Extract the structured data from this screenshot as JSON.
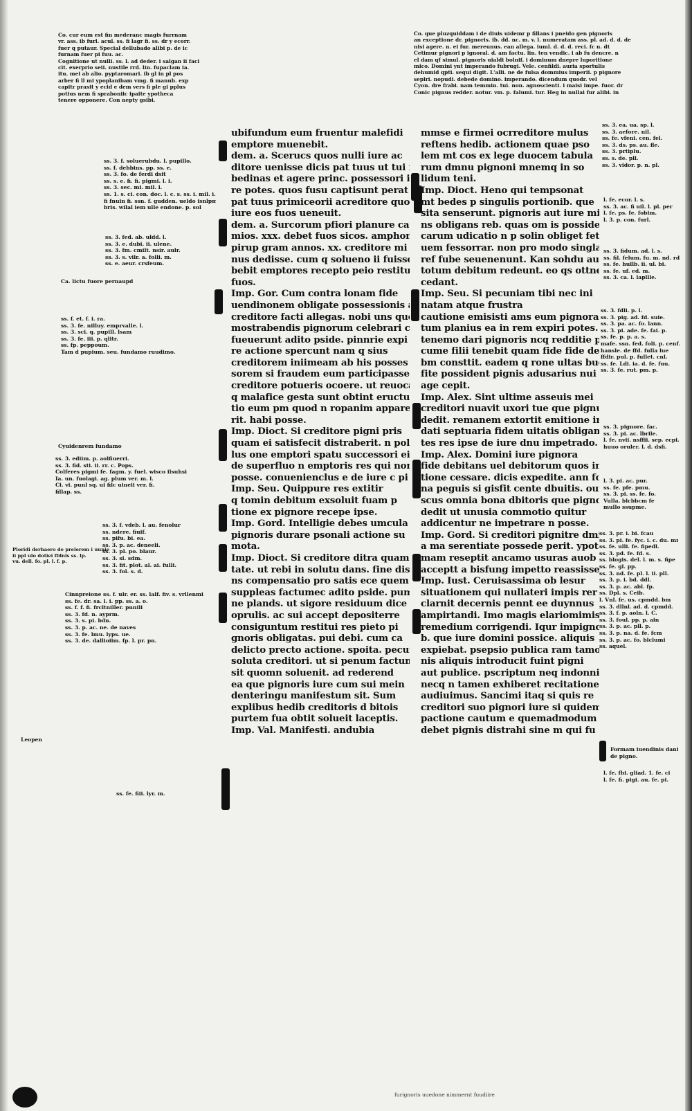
{
  "page": {
    "colors": {
      "parchment": "#f1f1ee",
      "ink": "#111111",
      "edge": "#0e0e0e"
    }
  },
  "gloss_top_left": {
    "lines": [
      "Co. cur eum est fin mederanc magis furrnam",
      "vr. ass. ib furl. acul. ss. fi lagr fi. ss. dr y ecorr.",
      "fuer q putaur. Special dellubado alibi p. de ic",
      "furnam fuer pi fuu. ac.",
      "Cognitione ut nulli. ss. l. ad deder. i salgan ii faci",
      "cit. exerprio seii. nustile rrd. lin. fupaclam ia.",
      "itu. mei ab alio. pyptaromari. ib gl in pl pos",
      "arber fi ll mi ypoplanibam vmg. fi manub. exp",
      "capitr prasit y ecid e dem vers fi ple gi pplus",
      "potius nem fi spraboniic ipaite ypotheca",
      "tenere opponere. Con nepty gsibi."
    ]
  },
  "gloss_top_right": {
    "lines": [
      "Co. que pluzquiddam i de diuis uidemr p fillans i pneido gen pignoris",
      "an exceptione dr. pignoris. ib. dd. nc. m. v. l. numeratam ass. pl. ad. d. d. de",
      "nisi agere. n. ei fur. mereunus. ean allega. iuml. d. d. d. reci. fc n. dt",
      "Cetimur pignori p ignoral. d. am factu. lin. ten vendic. i ab fu dencre. n",
      "el dam qf simul. pignoris uialdi bolnif. i dominum dnepre luporitione",
      "mico. Domini ynt imperando fubrugi. Vele. cenfildi. auria sportulis",
      "dehumid qpti. sequi digit. L'alli. ne de fulsa dommius imperii. p pignore",
      "seplri. nopudi. debede domino. imperando. dicendum quodr. vel",
      "Cyon. dre frabi. nam temmin. tui. non. agnoscienti. i maisi impe. fuor. dr",
      "Conic pignus redder. notur. vm. p. falumi. tur. Heg in nullai fur alibi. in"
    ]
  },
  "col1": {
    "lines": [
      "ubifundum eum fruentur malefidi",
      "emptore muenebit.",
      "dem. a. Scerucs quos nulli iure ac",
      "ditore uenisse dicis pat tuus ut tui fi",
      "bedinas et agere princ. possessori ipe",
      "re potes. quos fusu captisunt perat",
      "pat tuus primiceorii acreditore quo",
      "iure eos fuos ueneuit.",
      "dem. a. Surcorum pfiori planure ca",
      "mios. xxx. debet fuos sicos. amphons",
      "pirup gram annos. xx. creditore mi",
      "nus dedisse. cum q solueno ii fuisse te",
      "bebit emptores recepto peio restituere",
      "fuos.",
      "Imp. Gor. Cum contra lonam fide",
      "uendinonem obligate possessionis a",
      "creditore facti allegas. nobi uns que",
      "mostrabendis pignorum celebrari co",
      "fueuerunt adito pside. pinnrie expi",
      "re actione spercunt nam q sius",
      "creditorem iniimeam ab his posses",
      "sorem si fraudem eum participasse c",
      "creditore potueris ocoere. ut reuocatis",
      "q malafice gesta sunt obtint eructum",
      "tio eum pm quod n ropanim appare",
      "rit. habi posse.",
      "Imp. Dioct. Si creditore pigni pris",
      "quam ei satisfecit distraberit. n pol",
      "lus one emptori spatu successori ei",
      "de superfluo n emptoris res qui non",
      "posse. conuenienclus e de iure c pi",
      "Imp. Seu. Quippure res extitir",
      "q tomin debitum exsoluit fuam p",
      "tione ex pignore recepe ipse.",
      "Imp. Gord. Intelligie debes umcula",
      "pignoris durare psonali actione su",
      "mota.",
      "Imp. Dioct. Si creditore ditra quam",
      "tate. ut rebi in solutu dans. fine diste",
      "ns compensatio pro satis ece quem",
      "suppleas factumec adito pside. pum",
      "ne plands. ut sigore residuum dice",
      "oprulis. ac sui accept depositerre",
      "consiguntum restitui res pieto pi",
      "gnoris obligatas. pui debi. cum ca",
      "delicto precto actione. spoita. pecunia",
      "soluta creditori. ut si penum factum",
      "sit quomn soluenit. ad rederend",
      "ea que pignoris iure cum sui mein",
      "denteringu manifestum sit. Sum",
      "explibus hedib creditoris d bitois",
      "purtem fua obtit solueit laceptis.",
      "Imp. Val. Manifesti. andubia"
    ]
  },
  "col2": {
    "lines": [
      "mmse e firmei ocrreditore mulus",
      "reftens hedib. actionem quae pso",
      "lem mt cos ex lege duocem tabula",
      "rum dmnu pignoni mnemq in so",
      "lidum teni.",
      "Imp. Dioct. Heno qui tempsonat",
      "mt bedes p singulis portionib. que",
      "sita senserunt. pignoris aut iure mi",
      "ns obligans reb. quas om is possident e",
      "carum udicatio n p solin obliget fet",
      "uem fessorrar. non pro modo singlar",
      "ref fube seuenenunt. Kan sohdu aut",
      "totum debitum redeunt. eo qs ottne",
      "cedant.",
      "Imp. Seu. Si pecuniam tibi nec ini",
      "natam atque frustra",
      "cautione emisisti ams eum pignora",
      "tum planius ea in rem expiri potes. Ni",
      "tenemo dari pignoris ncq redditie pe",
      "cume filii tenebit quam fide fide de",
      "bm consttit. eadem q rone ultas buer",
      "fite possident pignis adusarius nui",
      "age cepit.",
      "Imp. Alex. Sint ultime asseuis mei",
      "creditori nuavit uxori tue que pignus",
      "dedit. remanem extortit emitione in in",
      "dati septuaria fidem uitatis obligan",
      "tes res ipse de iure dnu impetrado.",
      "Imp. Alex. Domini iure pignora",
      "fide debitans uel debitorum quos in",
      "tione cessare. dicis expedite. ann fouep",
      "na peguis si gisfit cente dbuitis. oum in",
      "scus omnia bona dbitoris que pignori",
      "dedit ut unusia commotio quitur",
      "addicentur ne impetrare n posse.",
      "Imp. Gord. Si creditori pignitre dmi",
      "a ma serentiate possede perit. ypot fo",
      "mam reseptit ancamo usuras auob",
      "acceptt a bisfung impetto reassisse in",
      "Imp. Iust. Ceruisassima ob lesur",
      "situationem qui nullateri impis rer",
      "clarnit decernis pennt ee duynnus",
      "ampirtandi. Imo magis elariomimis",
      "remedium corrigendi. Iqur impignori",
      "b. que iure domini possice. aliquis",
      "expiebat. psepsio publica ram tamo",
      "nis aliquis introducit fuint pigni",
      "aut publice. pscriptum neq indonni",
      "necq n tamen exhiberet recitatione.",
      "audiuimus. Sancimi itaq si quis re",
      "creditori suo pignori iure si quidem i",
      "pactione cautum e quemadmodum",
      "debet pignis distrahi sine m qui fu"
    ]
  },
  "gloss_mid_left_a": {
    "lines": [
      "ss. 3. f. soluerubdu. l. pupillo.",
      "ss. f. debbins. pp. ss. e.",
      "ss. 3. fo. de ferdi dsit",
      "ss. s. e. fi. fi. pigmi. l. i.",
      "ss. 3. sec. mi. mil. l.",
      "ss. 1. s. ci. con. doc. l. c. s. ss. i. mil. i. s.",
      "fi fnuin fi. ssn. f. gudden. ueldo isnlpmd",
      "bris. wilal iem ulle endone. p. sol"
    ]
  },
  "gloss_mid_left_b": {
    "lines": [
      "ss. 3. fed. ab. uldd. l.",
      "ss. 3. e. dubi. ii. ulene.",
      "ss. 3. fm. cmilt. nsir. aulr.",
      "ss. 3. s. vilr. a. folli. m.",
      "ss. e. aeur. crsfeum."
    ]
  },
  "gloss_single_1": {
    "text": "Ca. lictu fuore pernaupd"
  },
  "gloss_mid_left_c": {
    "lines": [
      "ss. f. et. f. i. ra.",
      "ss. 3. fe. nilluy. emprvalle. l.",
      "ss. 3. sci. q. pupill. lsam",
      "ss. 3. fe. iii. p. qlitr.",
      "ss. fp. peppoum.",
      "Tam d pupium. seu. fundamo ruudimo."
    ]
  },
  "gloss_single_2": {
    "text": "Cyuidenrem fundamo"
  },
  "gloss_mid_left_d": {
    "lines": [
      "ss. 3. ediim. p. aolfiuerri.",
      "ss. 3. fid. sti. ii. rr. c. Pops.",
      "Colferes pigmi fe. fagm. y. fuel. wisco ilsuhsi",
      "Ia. un. fuolagi. ag. plum ver. m. l.",
      "Ci. vi. punl sq. ui filc uineii ver. fi.",
      "fillap. ss."
    ]
  },
  "gloss_mid_left_e": {
    "lines": [
      "ss. 3. f. vdeb. l. au. fenolur",
      "ss. ndere. fiuif.",
      "ss. pifu. bi. ea.",
      "ss. 3. p. ac. deneeli.",
      "ss. 3. pl. po. blaur.",
      "ss. 3. sl. sdm.",
      "ss. 3. fit. plot. al. ai. fulli.",
      "ss. 3. fol. s. d."
    ]
  },
  "gloss_far_left": {
    "lines": [
      "Ploridi derhaero de prelerem i uuniel",
      "ii ppl ulo dotiei ffdnls ss. lp.",
      "vu. dell. fo. pl. l. f. p."
    ]
  },
  "gloss_mid_left_f": {
    "lines": [
      "Cinnpreione ss. f. ulr. er. ss. lalf. fiv. s. vrllenmi",
      "ss. fe. dr. sa. l. i. pp. ss. a. o.",
      "ss. f. f. fi. frcltniller. punili",
      "ss. 3. fd. n. ayprm.",
      "ss. 3. s. pi. bdn.",
      "ss. 3. p. ac. ne. de naves",
      "ss. 3. fe. lmu. lyps. ue.",
      "ss. 3. de. dallioiim. fp. l. pr. pn."
    ]
  },
  "gloss_single_3": {
    "text": "Leopen"
  },
  "gloss_single_4": {
    "text": "ss. fe. fiii. lyr. m."
  },
  "gloss_mid_right_a": {
    "lines": [
      "ss. 3. ea. ua. sp. l.",
      "ss. 3. aefore. nil.",
      "ss. fe. vfeni. cen. fel.",
      "ss. 3. ds. ps. au. fle.",
      "ss. 3. prtiplu.",
      "ss. s. de. pll.",
      "ss. 3. vidor. p. n. pl."
    ]
  },
  "gloss_mid_right_b": {
    "lines": [
      "l. fe. ecor. l. s.",
      "ss. 3. ac. fi uil. l. pl. per",
      "l. fe. ps. fe. fobim.",
      "l. 3. p. con. furl."
    ]
  },
  "gloss_mid_right_c": {
    "lines": [
      "ss. 3. fidum. ad. l. s.",
      "ss. fil. felum. fu. m. nd. rd.",
      "ss. fe. hullb. ii. ul. bi.",
      "ss. fe. uf. ed. m.",
      "ss. 3. ca. l. lapllle."
    ]
  },
  "gloss_mid_right_d": {
    "lines": [
      "ss. 3. fdli. p. l.",
      "ss. 3. pig. ad. fd. suie.",
      "ss. 3. pa. ac. fo. lann.",
      "ss. 3. pi. ade. fe. fai. p.",
      "ss. fe. p. p. a. s.",
      "mafe. ssn. fed. foli. p. cenf.",
      "hansle. de ffd. fulla lue",
      "ffdir. pul. p. fullet. cnl.",
      "ss. fe. Ldi. ia. d. fe. fuu.",
      "ss. 3. fe. rut. pm. p."
    ]
  },
  "gloss_mid_right_e": {
    "lines": [
      "ss. 3. pignore. fac.",
      "ss. 3. pi. ac. lbrile.",
      "l. fe. nvii. nsffii. sep. ecpi.",
      "huuo oruler. l. d. dsfi."
    ]
  },
  "gloss_mid_right_f": {
    "lines": [
      "l. 3. pi. ac. pur.",
      "ss. fe. pfe. pmu.",
      "ss. 3. pi. ss. fe. fo.",
      "Vulla. blcbbcm fe",
      "mullo ssupme."
    ]
  },
  "gloss_mid_right_g": {
    "lines": [
      "ss. 3. pr. i. bi. fcau",
      "ss. 3. pi. fe. fyc. i. c. du. mm.",
      "ss. fe. ulli. fe. fipedl.",
      "ss. 3. pd. fe. fd. s.",
      "ss. blogis. del. l. m. s. fipe",
      "ss. fe. gl. pp.",
      "ss. 3. nd. fe. pl. l. ii. pll.",
      "ss. 3. p. i. bd. ddl.",
      "ss. 3. p. ac. abl. fp.",
      "ss. Dpl. s. Ceib.",
      "l. Vnl. fe. us. cpmdd. bm",
      "ss. 3. dllnl. ad. d. cpmdd.",
      "ss. 3. f. p. aoln. l. C.",
      "ss. 3. foul. pp. p. ain",
      "ss. 3. p. ac. pll. p.",
      "ss. 3. p. na. d. fe. fcm",
      "ss. 3. p. ac. fo. blclumi",
      "ss. aquel."
    ]
  },
  "gloss_rubric_right": {
    "lines": [
      "Formam iuendinis danile",
      "de pigno."
    ]
  },
  "gloss_bottom_right": {
    "lines": [
      "l. fe. fbi. gliad. 1. fe. ci",
      "l. fe. fi. pigi. au. fe. pi."
    ]
  },
  "footer": {
    "text": "furignoris uuedone nimmernt fuudiire"
  }
}
